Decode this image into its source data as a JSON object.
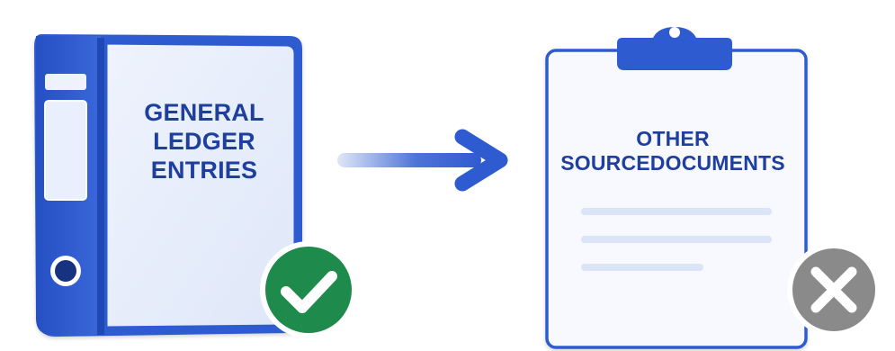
{
  "diagram": {
    "left_item": {
      "lines": [
        "GENERAL",
        "LEDGER",
        "ENTRIES"
      ],
      "icon": "binder-icon",
      "status_icon": "check-icon",
      "status_color": "#1e8a4c"
    },
    "right_item": {
      "lines": [
        "OTHER",
        "SOURCEDOCUMENTS"
      ],
      "icon": "clipboard-icon",
      "status_icon": "x-icon",
      "status_color": "#8a8a8a"
    },
    "connector_icon": "arrow-right-icon",
    "colors": {
      "primary_blue": "#2f5bd0",
      "light_blue": "#e6edfb",
      "text_blue": "#1f3f9e"
    }
  }
}
